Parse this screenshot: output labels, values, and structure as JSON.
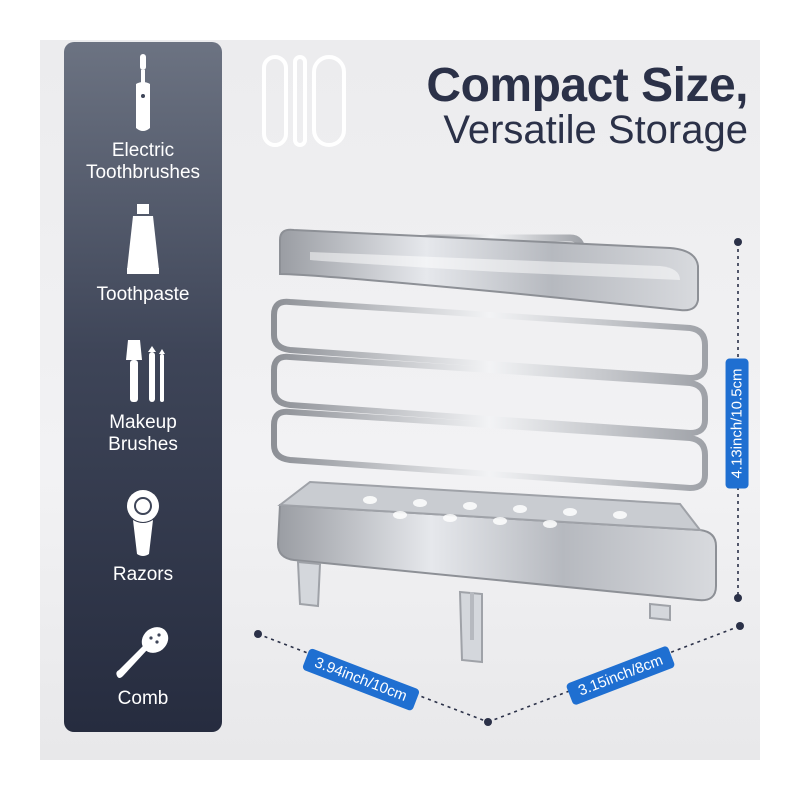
{
  "headline": {
    "line1": "Compact Size,",
    "line2": "Versatile Storage"
  },
  "uses": [
    {
      "label": "Electric\nToothbrushes",
      "icon": "electric-toothbrush-icon"
    },
    {
      "label": "Toothpaste",
      "icon": "toothpaste-icon"
    },
    {
      "label": "Makeup\nBrushes",
      "icon": "makeup-brushes-icon"
    },
    {
      "label": "Razors",
      "icon": "razor-icon"
    },
    {
      "label": "Comb",
      "icon": "comb-icon"
    }
  ],
  "dimensions": {
    "height": "4.13inch/10.5cm",
    "width": "3.94inch/10cm",
    "depth": "3.15inch/8cm"
  },
  "colors": {
    "navy": "#2b3148",
    "badge": "#1f6fd1",
    "sidebar_top": "#6c7382",
    "sidebar_bottom": "#262c3f"
  }
}
